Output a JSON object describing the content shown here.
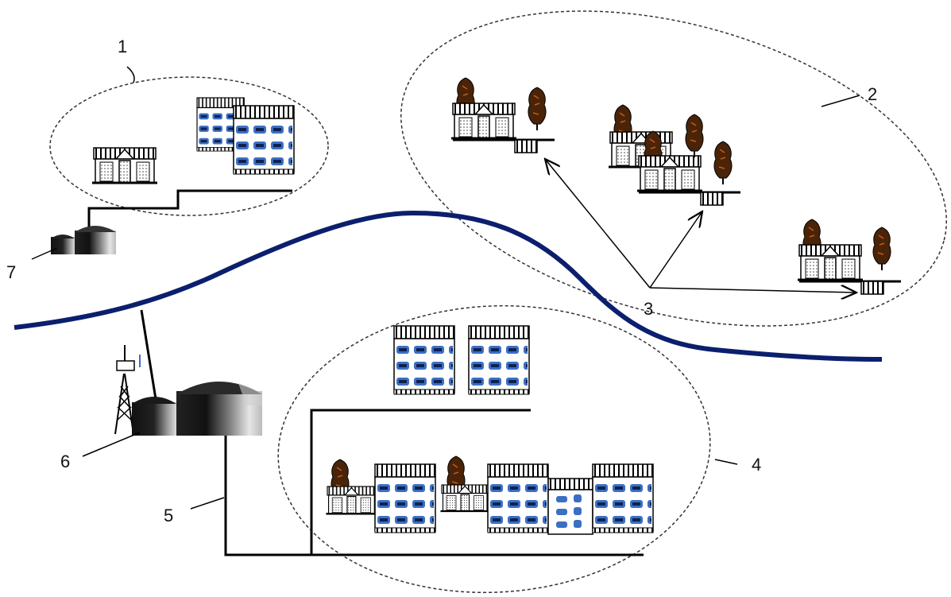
{
  "labels": {
    "l1": "1",
    "l2": "2",
    "l3": "3",
    "l4": "4",
    "l5": "5",
    "l6": "6",
    "l7": "7"
  },
  "colors": {
    "river": "#0b1f6e",
    "line": "#000000",
    "window": "#3b6fc4",
    "tree": "#5a2d0c",
    "tank_dark": "#1a1a1a",
    "tank_light": "#d8d8d8"
  },
  "icons": {
    "house": "house-icon",
    "apartment": "apartment-building-icon",
    "tree": "tree-icon",
    "tank": "biogas-tank-icon",
    "tower": "antenna-tower-icon"
  }
}
